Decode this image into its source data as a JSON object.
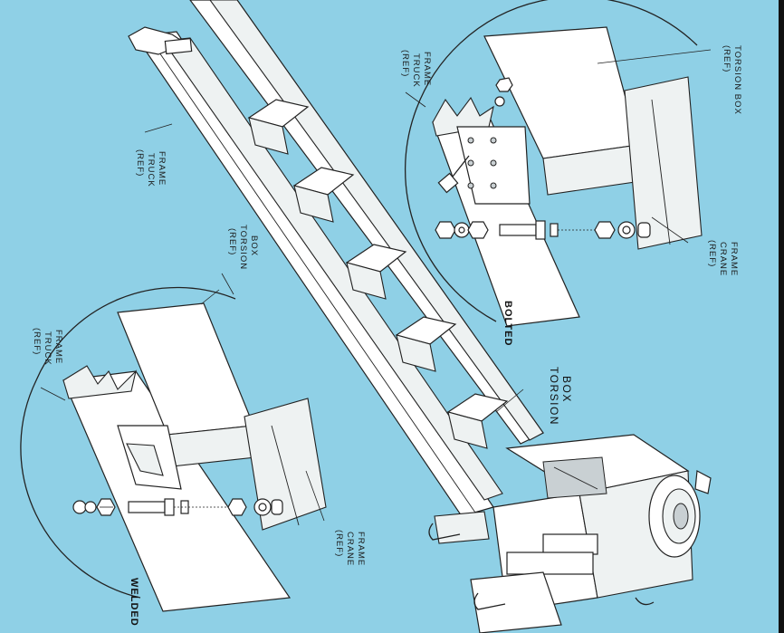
{
  "labels": {
    "truck_frame_main": [
      "(REF)",
      "TRUCK",
      "FRAME"
    ],
    "torsion_box_main": [
      "(REF)",
      "TORSION",
      "BOX"
    ],
    "truck_frame_welded": [
      "(REF)",
      "TRUCK",
      "FRAME"
    ],
    "crane_frame_welded": [
      "(REF)",
      "CRANE",
      "FRAME"
    ],
    "truck_frame_bolted": [
      "(REF)",
      "TRUCK",
      "FRAME"
    ],
    "torsion_box_bolted": [
      "(REF)",
      "TORSION BOX"
    ],
    "crane_frame_bolted": [
      "(REF)",
      "CRANE",
      "FRAME"
    ],
    "torsion_box_callout": [
      "TORSION",
      "BOX"
    ],
    "bolted_title": "BOLTED",
    "welded_title": "WELDED"
  },
  "colors": {
    "background": "#8fd0e6",
    "line": "#222222",
    "part_fill": "#ffffff"
  }
}
